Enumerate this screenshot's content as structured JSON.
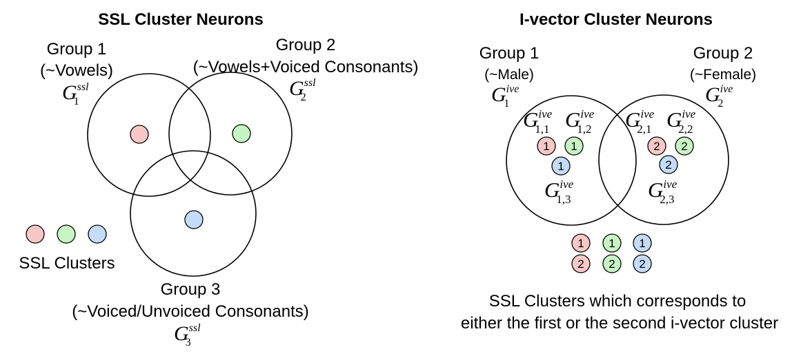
{
  "colors": {
    "red": "#f8c8c8",
    "green": "#c8f4c4",
    "blue": "#c4dcf6"
  },
  "ssl": {
    "title": "SSL Cluster Neurons",
    "group1": {
      "line1": "Group 1",
      "line2": "(~Vowels)",
      "sym": "G",
      "sub": "1",
      "sup": "ssl"
    },
    "group2": {
      "line1": "Group 2",
      "line2": "(~Vowels+Voiced Consonants)",
      "sym": "G",
      "sub": "2",
      "sup": "ssl"
    },
    "group3": {
      "line1": "Group 3",
      "line2": "(~Voiced/Unvoiced Consonants)",
      "sym": "G",
      "sub": "3",
      "sup": "ssl"
    },
    "legend_label": "SSL Clusters"
  },
  "ive": {
    "title": "I-vector Cluster Neurons",
    "group1": {
      "line1": "Group 1",
      "line2": "(~Male)",
      "sym": "G",
      "sub": "1",
      "sup": "ive"
    },
    "group2": {
      "line1": "Group 2",
      "line2": "(~Female)",
      "sym": "G",
      "sub": "2",
      "sup": "ive"
    },
    "sub11": {
      "sym": "G",
      "sub": "1,1",
      "sup": "ive"
    },
    "sub12": {
      "sym": "G",
      "sub": "1,2",
      "sup": "ive"
    },
    "sub13": {
      "sym": "G",
      "sub": "1,3",
      "sup": "ive"
    },
    "sub21": {
      "sym": "G",
      "sub": "2,1",
      "sup": "ive"
    },
    "sub22": {
      "sym": "G",
      "sub": "2,2",
      "sup": "ive"
    },
    "sub23": {
      "sym": "G",
      "sub": "2,3",
      "sup": "ive"
    },
    "dot_one": "1",
    "dot_two": "2",
    "caption_line1": "SSL Clusters which corresponds to",
    "caption_line2": "either the first or the second i-vector cluster"
  }
}
